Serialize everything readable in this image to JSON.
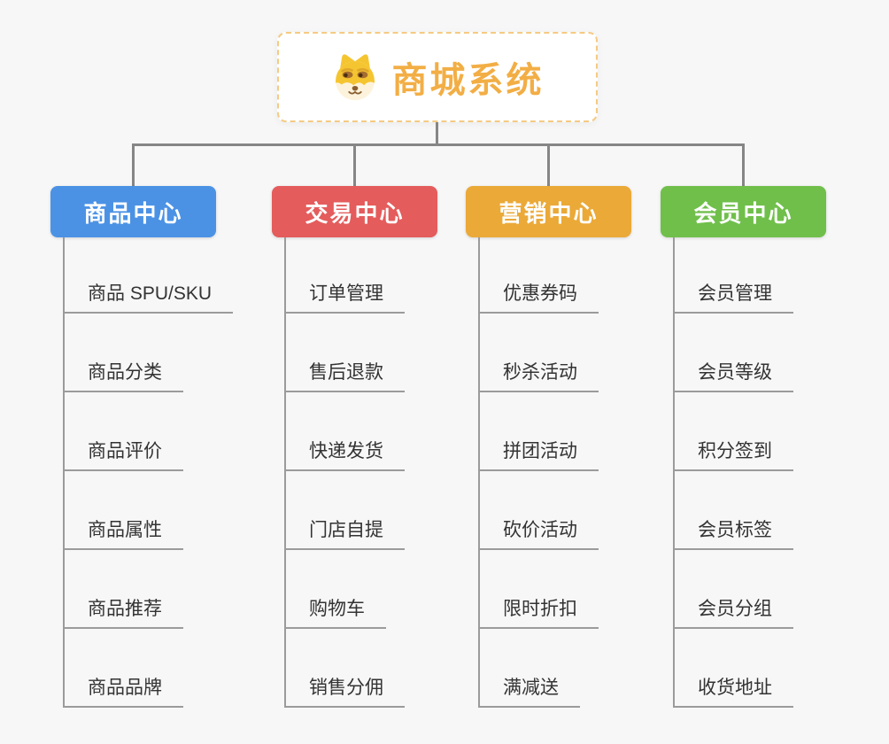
{
  "root": {
    "title": "商城系统",
    "icon": "doge-icon"
  },
  "columns": [
    {
      "title": "商品中心",
      "color": "#4B92E5",
      "items": [
        "商品 SPU/SKU",
        "商品分类",
        "商品评价",
        "商品属性",
        "商品推荐",
        "商品品牌"
      ]
    },
    {
      "title": "交易中心",
      "color": "#E45C5C",
      "items": [
        "订单管理",
        "售后退款",
        "快递发货",
        "门店自提",
        "购物车",
        "销售分佣"
      ]
    },
    {
      "title": "营销中心",
      "color": "#EBA938",
      "items": [
        "优惠券码",
        "秒杀活动",
        "拼团活动",
        "砍价活动",
        "限时折扣",
        "满减送"
      ]
    },
    {
      "title": "会员中心",
      "color": "#70BF4B",
      "items": [
        "会员管理",
        "会员等级",
        "积分签到",
        "会员标签",
        "会员分组",
        "收货地址"
      ]
    }
  ],
  "colors": {
    "background": "#F7F7F7",
    "root_text": "#F2AE45",
    "root_border": "#F5CA83",
    "connector": "#868686",
    "branch_line": "#9B9B9B",
    "item_text": "#333333"
  }
}
